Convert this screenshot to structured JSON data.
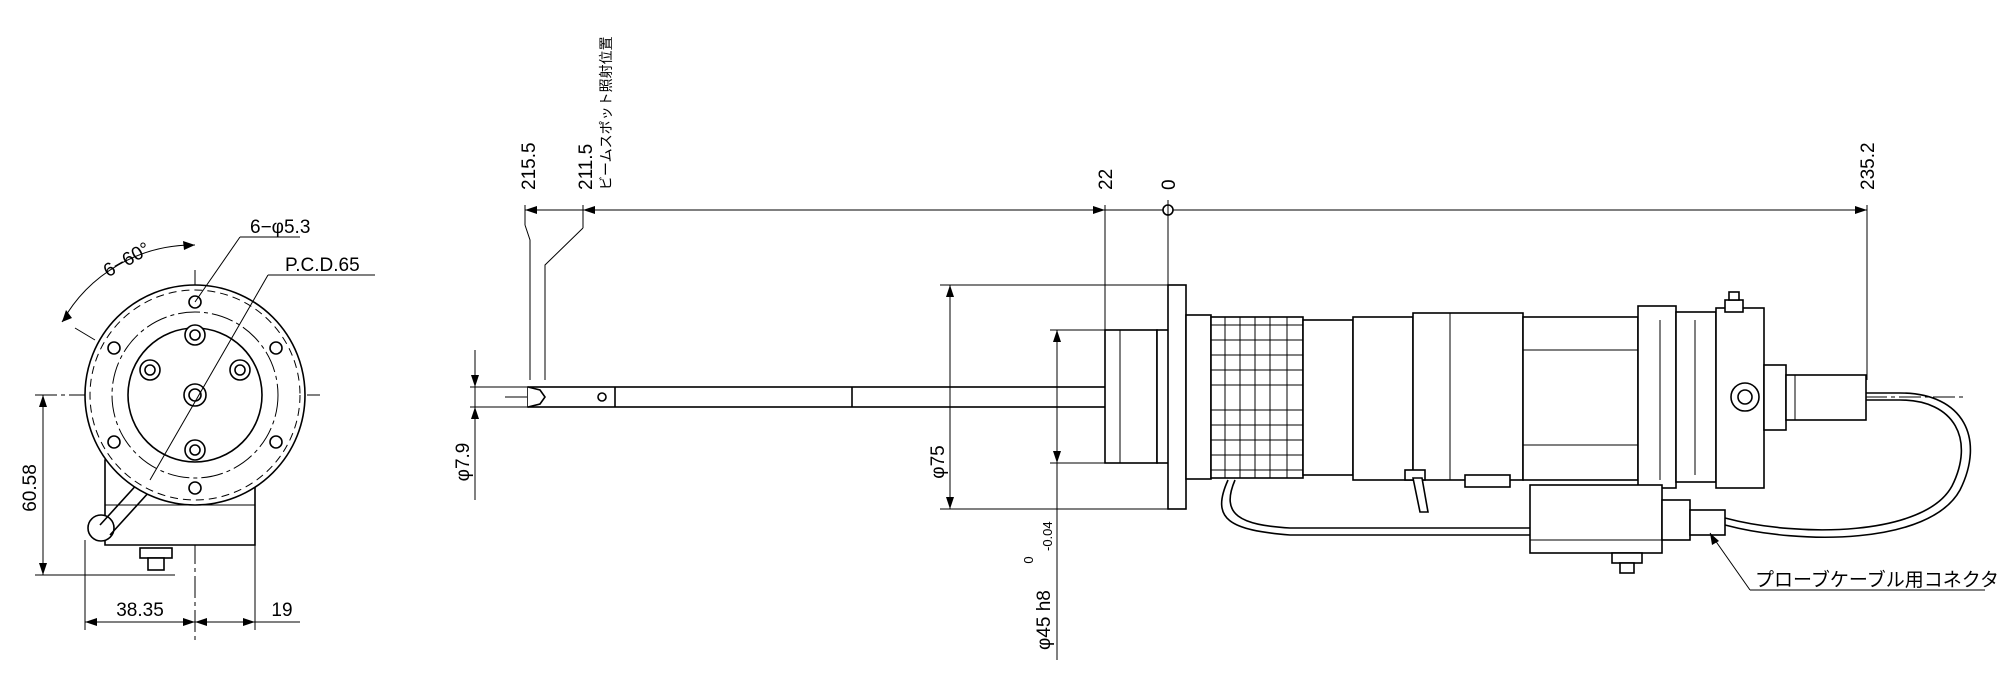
{
  "side_view": {
    "angle_label": "6−60°",
    "hole_label": "6−φ5.3",
    "pcd_label": "P.C.D.65",
    "height_label": "60.58",
    "left_width_label": "38.35",
    "right_width_label": "19"
  },
  "front_view": {
    "dim_215_5": "215.5",
    "dim_211_5": "211.5",
    "beam_spot_label": "ビームスポット照射位置",
    "dim_22": "22",
    "dim_0": "0",
    "dim_235_2": "235.2",
    "dia_7_9": "φ7.9",
    "dia_75": "φ75",
    "dia_45": "φ45 h8",
    "tol_upper": "0",
    "tol_lower": "-0.04",
    "connector_label": "プローブケーブル用コネクタ"
  }
}
